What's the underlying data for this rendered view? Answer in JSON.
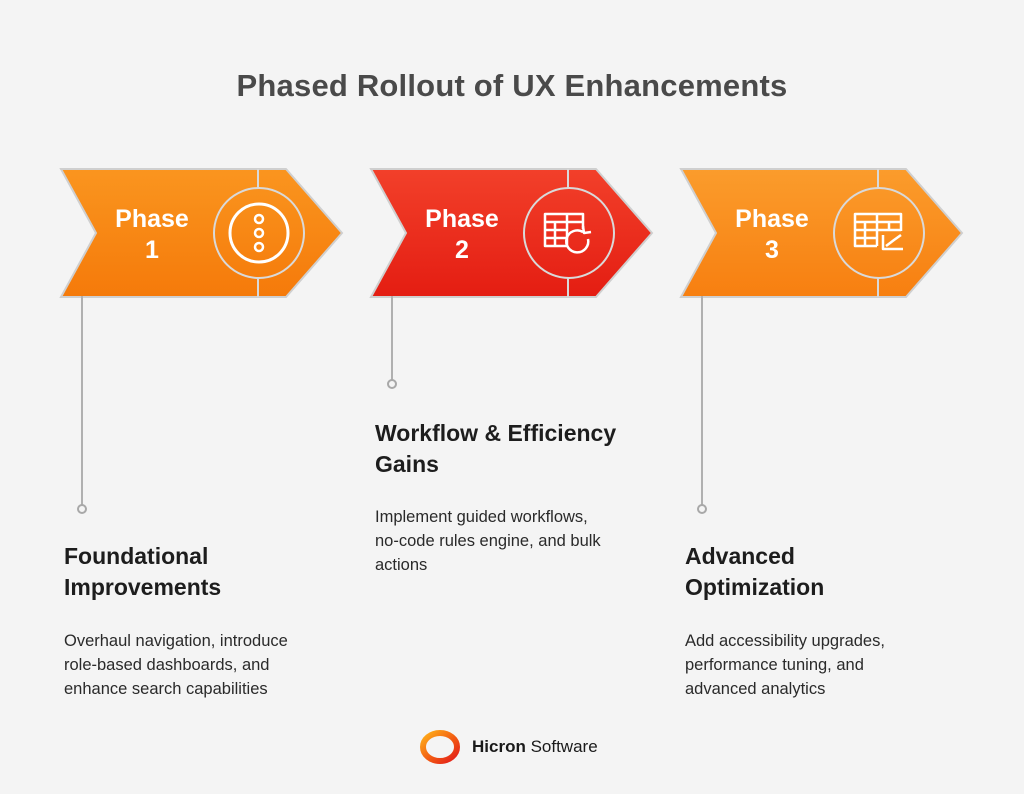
{
  "title": "Phased Rollout of UX Enhancements",
  "phases": [
    {
      "label_word": "Phase",
      "label_num": "1",
      "icon": "more-vertical-icon",
      "color": "#fa8a14",
      "heading_line1": "Foundational",
      "heading_line2": "Improvements",
      "desc_line1": "Overhaul navigation, introduce",
      "desc_line2": "role-based dashboards, and",
      "desc_line3": "enhance search capabilities"
    },
    {
      "label_word": "Phase",
      "label_num": "2",
      "icon": "table-refresh-icon",
      "color": "#ee2f20",
      "heading_line1": "Workflow & Efficiency",
      "heading_line2": "Gains",
      "desc_line1": "Implement guided workflows,",
      "desc_line2": "no-code rules engine, and bulk",
      "desc_line3": "actions"
    },
    {
      "label_word": "Phase",
      "label_num": "3",
      "icon": "table-chart-icon",
      "color": "#fb9220",
      "heading_line1": "Advanced",
      "heading_line2": "Optimization",
      "desc_line1": "Add accessibility upgrades,",
      "desc_line2": "performance tuning, and",
      "desc_line3": "advanced analytics"
    }
  ],
  "logo": {
    "brand_bold": "Hicron",
    "brand_regular": " Software",
    "icon": "hicron-ring-logo-icon"
  }
}
